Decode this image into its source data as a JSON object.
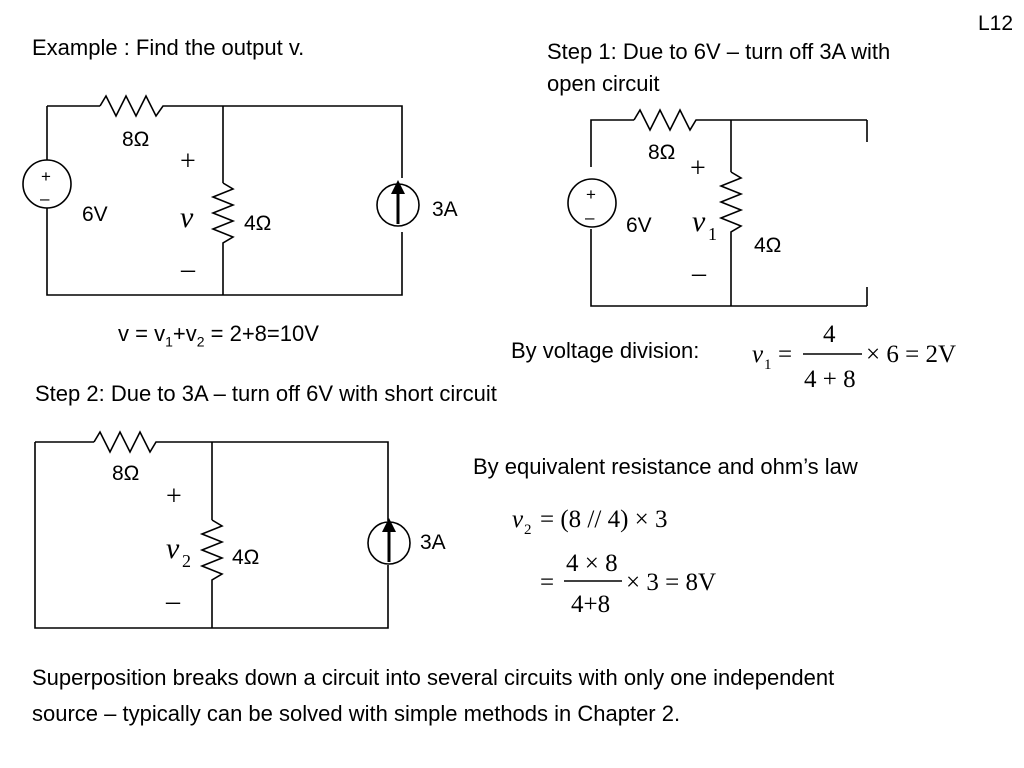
{
  "slide": {
    "page_label": "L12",
    "example_title": "Example :  Find the output v.",
    "step1_line1": "Step 1:  Due  to 6V – turn off 3A with",
    "step1_line2": "open circuit",
    "step2_title": "Step 2:  Due  to 3A – turn off 6V with short circuit",
    "voltage_division_label": "By voltage division:",
    "equivalent_resistance_label": "By equivalent resistance and ohm’s law",
    "summary_line1": "Superposition breaks down a circuit into several circuits  with only one independent",
    "summary_line2": "source – typically can be solved  with simple methods in Chapter 2."
  },
  "result": {
    "lhs": "v = v",
    "sub1": "1",
    "plus": "+v",
    "sub2": "2",
    "rhs": " = 2+8=10V"
  },
  "circuits": {
    "main": {
      "r_series": "8Ω",
      "r_shunt": "4Ω",
      "source_v": "6V",
      "source_i": "3A",
      "out_label": "v",
      "plus": "+",
      "minus": "–"
    },
    "step1": {
      "r_series": "8Ω",
      "r_shunt": "4Ω",
      "source_v": "6V",
      "out_label": "v",
      "out_sub": "1",
      "plus": "+",
      "minus": "–"
    },
    "step2": {
      "r_series": "8Ω",
      "r_shunt": "4Ω",
      "source_i": "3A",
      "out_label": "v",
      "out_sub": "2",
      "plus": "+",
      "minus": "–"
    }
  },
  "equations": {
    "vd": {
      "lhs": "v",
      "lhs_sub": "1",
      "eq": "=",
      "num": "4",
      "den": "4 + 8",
      "tail": "× 6 = 2V"
    },
    "ohm1": {
      "lhs": "v",
      "lhs_sub": "2",
      "rhs": "= (8 // 4) × 3"
    },
    "ohm2": {
      "eq": "=",
      "num": "4 × 8",
      "den": "4+8",
      "tail": "× 3 = 8V"
    }
  }
}
